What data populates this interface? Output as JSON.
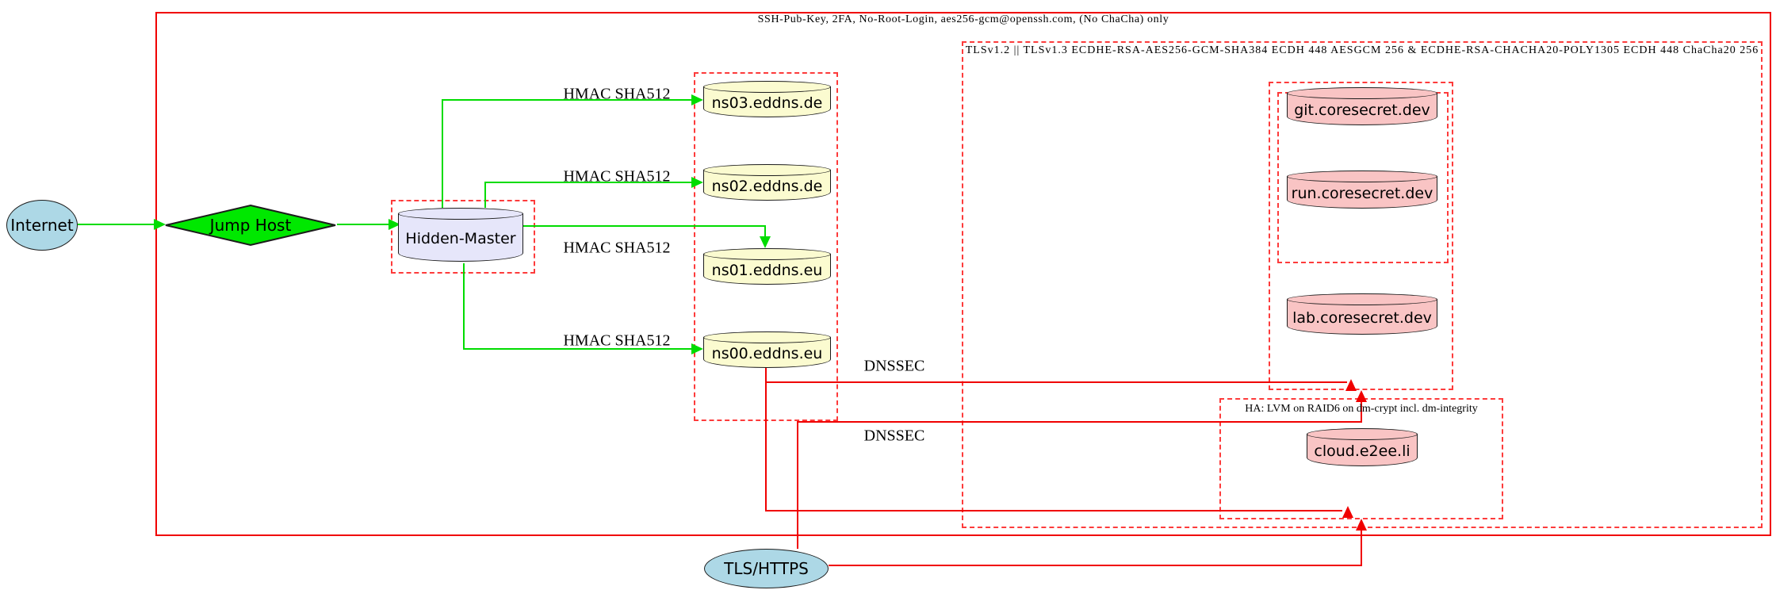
{
  "clusters": {
    "ssh_label": "SSH-Pub-Key, 2FA, No-Root-Login, aes256-gcm@openssh.com, (No ChaCha) only",
    "tls_label": "TLSv1.2 || TLSv1.3 ECDHE-RSA-AES256-GCM-SHA384 ECDH 448 AESGCM 256 & ECDHE-RSA-CHACHA20-POLY1305 ECDH 448 ChaCha20 256",
    "ha_label": "HA: LVM on RAID6 on dm-crypt incl. dm-integrity"
  },
  "nodes": {
    "internet": "Internet",
    "jump_host": "Jump Host",
    "hidden_master": "Hidden-Master",
    "ns03": "ns03.eddns.de",
    "ns02": "ns02.eddns.de",
    "ns01": "ns01.eddns.eu",
    "ns00": "ns00.eddns.eu",
    "git": "git.coresecret.dev",
    "run": "run.coresecret.dev",
    "lab": "lab.coresecret.dev",
    "cloud": "cloud.e2ee.li",
    "tls_https": "TLS/HTTPS"
  },
  "edge_labels": {
    "hmac_ns03": "HMAC SHA512",
    "hmac_ns02": "HMAC SHA512",
    "hmac_ns01": "HMAC SHA512",
    "hmac_ns00": "HMAC SHA512",
    "dnssec_1": "DNSSEC",
    "dnssec_2": "DNSSEC"
  },
  "edges": [
    {
      "from": "Internet",
      "to": "Jump Host",
      "color": "green"
    },
    {
      "from": "Jump Host",
      "to": "Hidden-Master",
      "color": "green"
    },
    {
      "from": "Hidden-Master",
      "to": "ns03.eddns.de",
      "label": "HMAC SHA512",
      "color": "green"
    },
    {
      "from": "Hidden-Master",
      "to": "ns02.eddns.de",
      "label": "HMAC SHA512",
      "color": "green"
    },
    {
      "from": "Hidden-Master",
      "to": "ns01.eddns.eu",
      "label": "HMAC SHA512",
      "color": "green"
    },
    {
      "from": "Hidden-Master",
      "to": "ns00.eddns.eu",
      "label": "HMAC SHA512",
      "color": "green"
    },
    {
      "from": "ns00.eddns.eu",
      "to": "coresecret-cluster",
      "label": "DNSSEC",
      "color": "red"
    },
    {
      "from": "ns00.eddns.eu",
      "to": "ha-cluster",
      "label": "DNSSEC",
      "color": "red"
    },
    {
      "from": "TLS/HTTPS",
      "to": "coresecret-cluster",
      "color": "red"
    },
    {
      "from": "TLS/HTTPS",
      "to": "ha-cluster",
      "color": "red"
    }
  ],
  "colors": {
    "cluster_border_solid": "#f00000",
    "cluster_border_dashed": "#fd3b3b",
    "edge_green": "#00dc00",
    "edge_red": "#f00000",
    "internet_fill": "#add8e6",
    "jump_host_fill": "#00e800",
    "hidden_master_fill": "#e6e6fa",
    "nameserver_fill": "#fbfbd0",
    "secret_service_fill": "#f9c4c4",
    "tls_https_fill": "#add8e6"
  }
}
